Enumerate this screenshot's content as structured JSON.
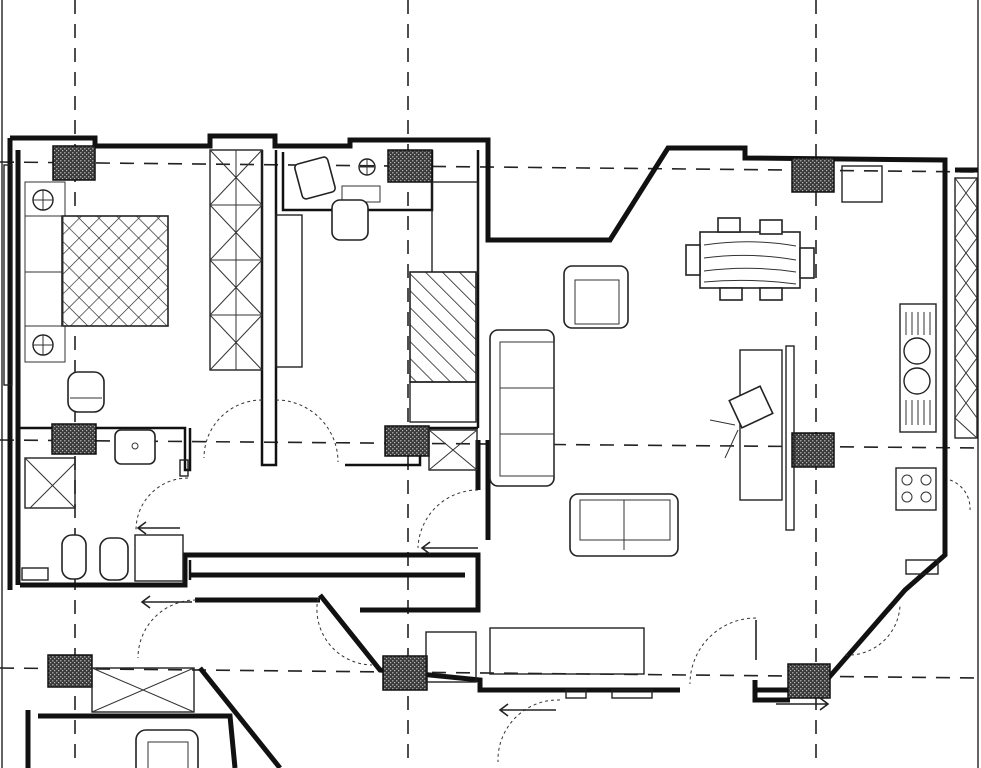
{
  "plan": {
    "stroke_color": "#111111",
    "background_color": "#ffffff",
    "rooms": [
      "bedroom",
      "study",
      "bathroom",
      "living-room",
      "dining-area",
      "kitchen",
      "corridor",
      "balcony"
    ],
    "icons": [
      "pillar-icon",
      "bed-icon",
      "armchair-icon",
      "sofa-icon",
      "dining-table-icon",
      "sink-icon",
      "hob-icon",
      "toilet-icon",
      "shower-icon",
      "desk-chair-icon",
      "door-swing-icon",
      "entry-arrow-icon"
    ]
  }
}
